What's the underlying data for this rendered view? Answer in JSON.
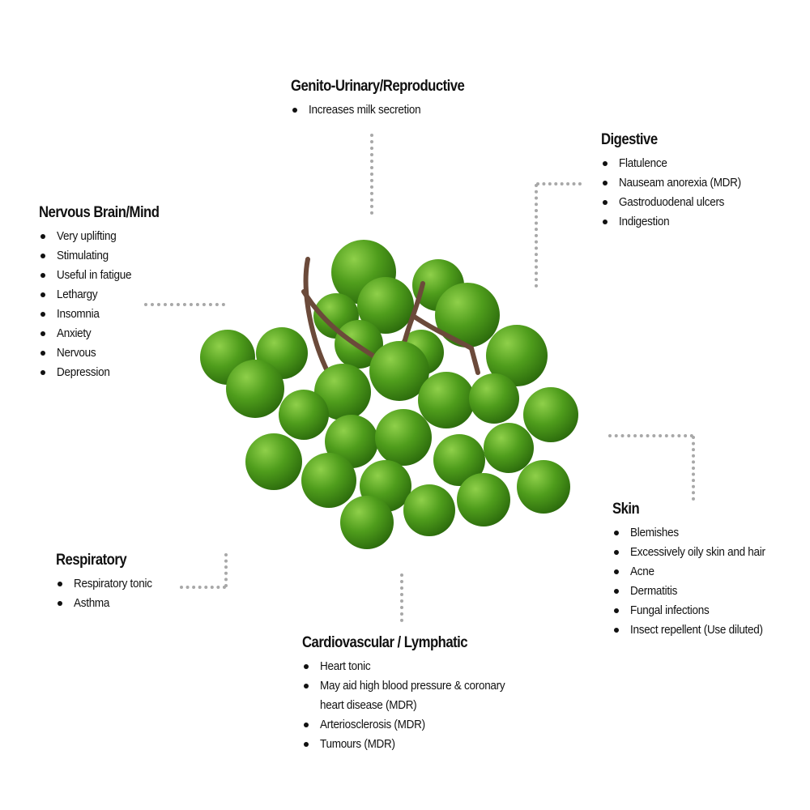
{
  "sections": {
    "genito": {
      "title": "Genito-Urinary/Reproductive",
      "items": [
        "Increases milk secretion"
      ]
    },
    "digestive": {
      "title": "Digestive",
      "items": [
        "Flatulence",
        "Nauseam anorexia (MDR)",
        "Gastroduodenal ulcers",
        "Indigestion"
      ]
    },
    "nervous": {
      "title": "Nervous Brain/Mind",
      "items": [
        "Very uplifting",
        "Stimulating",
        "Useful in fatigue",
        "Lethargy",
        "Insomnia",
        "Anxiety",
        "Nervous",
        "Depression"
      ]
    },
    "skin": {
      "title": "Skin",
      "items": [
        "Blemishes",
        "Excessively oily skin and hair",
        "Acne",
        "Dermatitis",
        "Fungal infections",
        "Insect repellent (Use diluted)"
      ]
    },
    "respiratory": {
      "title": "Respiratory",
      "items": [
        "Respiratory tonic",
        "Asthma"
      ]
    },
    "cardio": {
      "title": "Cardiovascular / Lymphatic",
      "items": [
        "Heart tonic",
        "May aid high blood pressure & coronary heart disease (MDR)",
        "Arteriosclerosis (MDR)",
        "Tumours (MDR)"
      ]
    }
  },
  "colors": {
    "berry": "#4e9a1c",
    "connector": "#a8a8a8",
    "stem": "#6b4a3a"
  }
}
